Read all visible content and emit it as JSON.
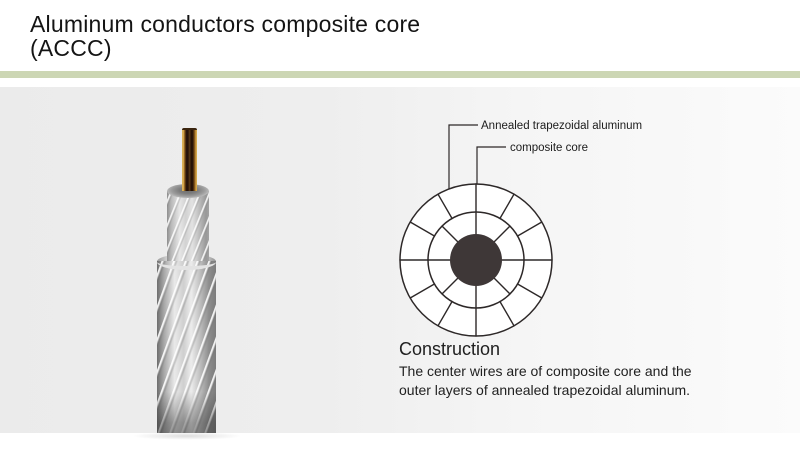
{
  "header": {
    "title_line1": "Aluminum conductors composite core",
    "title_line2": "(ACCC)"
  },
  "diagram": {
    "label_outer": "Annealed trapezoidal aluminum",
    "label_core": "composite core",
    "outer_segments": 12,
    "inner_segments": 8
  },
  "construction": {
    "heading": "Construction",
    "body_line1": "The center wires are of composite core and the",
    "body_line2": "outer layers of annealed trapezoidal aluminum."
  },
  "colors": {
    "accent_bar": "#ccd6b4",
    "stage_left": "#ebebeb",
    "stage_right": "#fbfbfb",
    "diagram_line": "#2d2828",
    "core_fill": "#3e3737",
    "rod_gold": "#e0b455",
    "rod_brown": "#2a160a"
  }
}
